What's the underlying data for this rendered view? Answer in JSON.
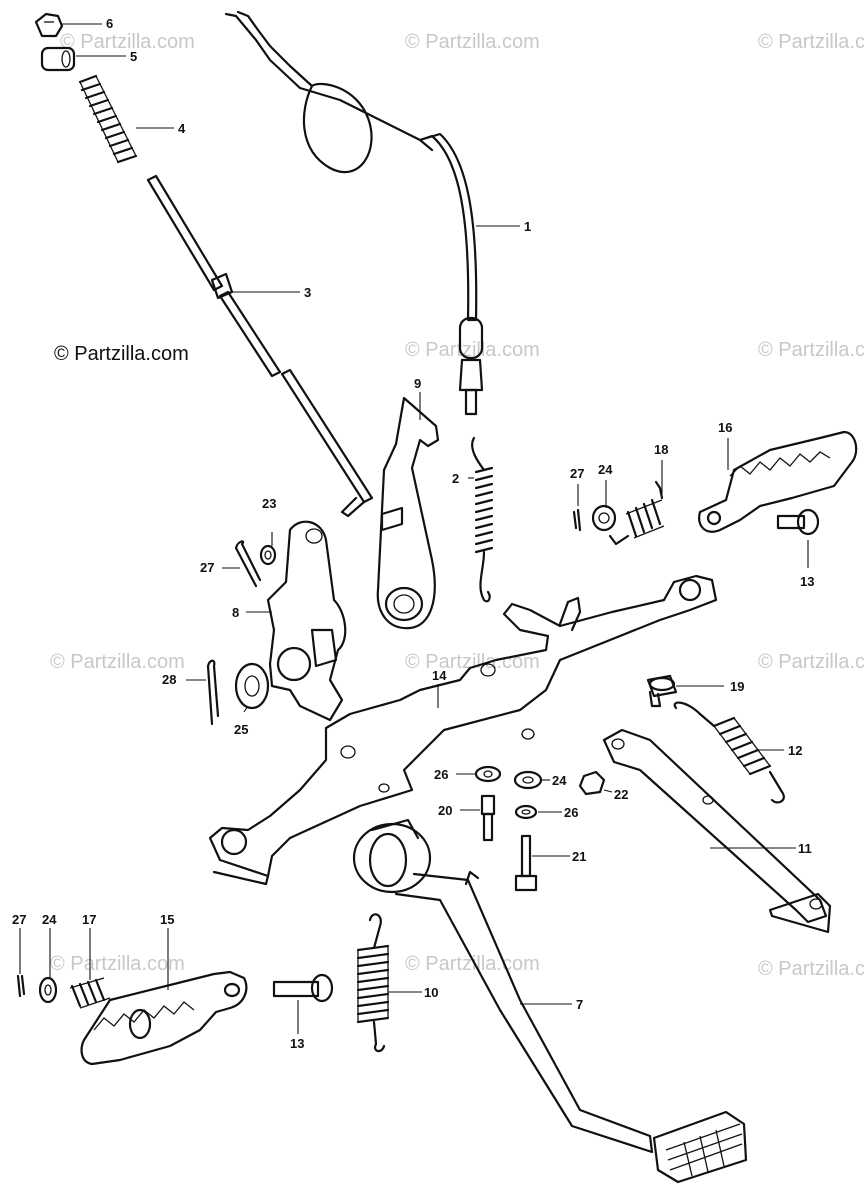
{
  "copyright": "© Partzilla.com",
  "watermark": "© Partzilla.com",
  "parts": [
    {
      "no": "1",
      "icon": "brake-light-switch-cable-icon"
    },
    {
      "no": "2",
      "icon": "spring-icon"
    },
    {
      "no": "3",
      "icon": "brake-rod-icon"
    },
    {
      "no": "4",
      "icon": "spring-icon"
    },
    {
      "no": "5",
      "icon": "joint-icon"
    },
    {
      "no": "6",
      "icon": "nut-icon"
    },
    {
      "no": "7",
      "icon": "brake-pedal-icon"
    },
    {
      "no": "8",
      "icon": "arm-icon"
    },
    {
      "no": "9",
      "icon": "stopper-plate-icon"
    },
    {
      "no": "10",
      "icon": "spring-icon"
    },
    {
      "no": "11",
      "icon": "side-stand-icon"
    },
    {
      "no": "12",
      "icon": "spring-icon"
    },
    {
      "no": "13",
      "icon": "pin-icon"
    },
    {
      "no": "14",
      "icon": "step-bar-icon"
    },
    {
      "no": "15",
      "icon": "footpeg-icon"
    },
    {
      "no": "16",
      "icon": "footpeg-icon"
    },
    {
      "no": "17",
      "icon": "spring-icon"
    },
    {
      "no": "18",
      "icon": "spring-icon"
    },
    {
      "no": "19",
      "icon": "pin-icon"
    },
    {
      "no": "20",
      "icon": "bolt-icon"
    },
    {
      "no": "21",
      "icon": "bolt-icon"
    },
    {
      "no": "22",
      "icon": "nut-icon"
    },
    {
      "no": "23",
      "icon": "washer-icon"
    },
    {
      "no": "24",
      "icon": "washer-icon"
    },
    {
      "no": "25",
      "icon": "washer-icon"
    },
    {
      "no": "26",
      "icon": "washer-icon"
    },
    {
      "no": "27",
      "icon": "cotter-pin-icon"
    },
    {
      "no": "28",
      "icon": "cotter-pin-icon"
    }
  ]
}
